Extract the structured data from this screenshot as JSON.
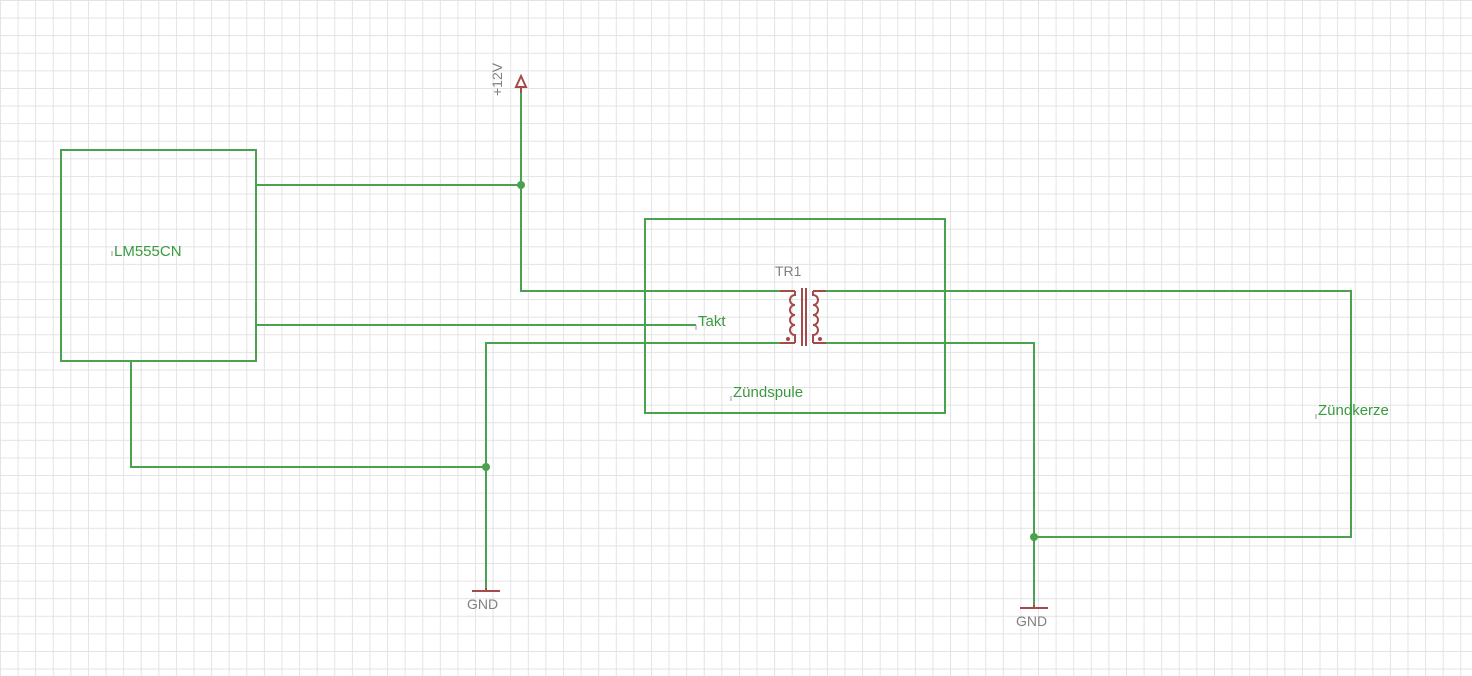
{
  "schematic": {
    "components": {
      "timer": {
        "label": "LM555CN"
      },
      "transformer": {
        "ref": "TR1",
        "label": "Zündspule"
      },
      "spark_plug": {
        "label": "Zündkerze"
      },
      "net_label": {
        "label": "Takt"
      }
    },
    "supply": {
      "label": "+12V"
    },
    "grounds": [
      {
        "label": "GND"
      },
      {
        "label": "GND"
      }
    ],
    "colors": {
      "wire": "#4aa24e",
      "symbol": "#a54a4a",
      "grid": "#e3e3e3",
      "label_gray": "#808080"
    }
  }
}
